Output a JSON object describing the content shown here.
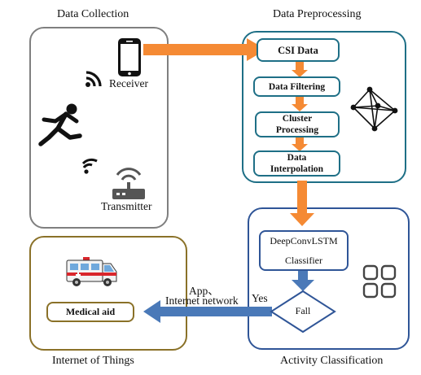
{
  "sections": {
    "data_collection": "Data Collection",
    "data_preprocessing": "Data Preprocessing",
    "internet_of_things": "Internet of Things",
    "activity_classification": "Activity Classification"
  },
  "collection": {
    "receiver": "Receiver",
    "transmitter": "Transmitter"
  },
  "preprocessing_steps": [
    "CSI Data",
    "Data Filtering",
    "Cluster Processing",
    "Data Interpolation"
  ],
  "classification": {
    "model_name": "DeepConvLSTM",
    "model_role": "Classifier",
    "decision": "Fall",
    "yes_label": "Yes"
  },
  "iot": {
    "channel_line1": "App、",
    "channel_line2": "Internet network",
    "medical_aid": "Medical aid"
  },
  "icons": [
    "smartphone-icon",
    "wifi-signal-icon",
    "falling-person-icon",
    "router-icon",
    "network-graph-icon",
    "ambulance-icon",
    "grid-apps-icon"
  ],
  "colors": {
    "collection_border": "#7f7f7f",
    "preprocessing_border": "#1e6f86",
    "classification_border": "#2f5597",
    "iot_border": "#8a7128",
    "data_arrow": "#f58a34",
    "alert_arrow": "#4a79b8"
  }
}
